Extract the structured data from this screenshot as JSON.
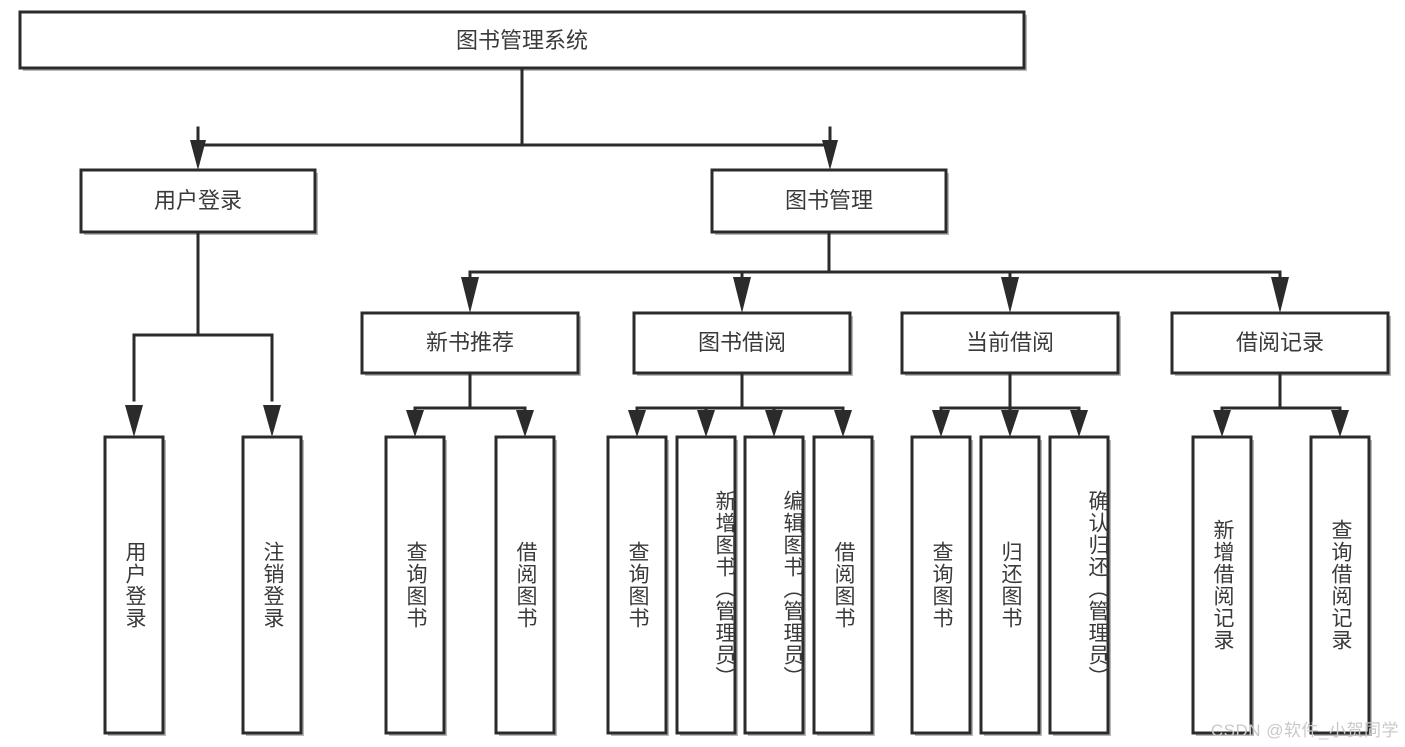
{
  "diagram": {
    "title": "图书管理系统",
    "type": "tree-hierarchy",
    "root": {
      "label": "图书管理系统"
    },
    "level2": [
      {
        "label": "用户登录"
      },
      {
        "label": "图书管理"
      }
    ],
    "level3": [
      {
        "label": "新书推荐"
      },
      {
        "label": "图书借阅"
      },
      {
        "label": "当前借阅"
      },
      {
        "label": "借阅记录"
      }
    ],
    "leaves": {
      "user_login": [
        {
          "label": "用户登录"
        },
        {
          "label": "注销登录"
        }
      ],
      "new_book_recommend": [
        {
          "label": "查询图书"
        },
        {
          "label": "借阅图书"
        }
      ],
      "book_borrow": [
        {
          "label": "查询图书"
        },
        {
          "label": "新增图书（管理员）"
        },
        {
          "label": "编辑图书（管理员）"
        },
        {
          "label": "借阅图书"
        }
      ],
      "current_borrow": [
        {
          "label": "查询图书"
        },
        {
          "label": "归还图书"
        },
        {
          "label": "确认归还（管理员）"
        }
      ],
      "borrow_record": [
        {
          "label": "新增借阅记录"
        },
        {
          "label": "查询借阅记录"
        }
      ]
    },
    "watermark": "CSDN @软件_小贺同学",
    "colors": {
      "box_stroke": "#2b2b2b",
      "box_fill": "#ffffff",
      "text": "#3a3a3a",
      "background": "#ffffff",
      "watermark": "#c9c9c9"
    }
  }
}
